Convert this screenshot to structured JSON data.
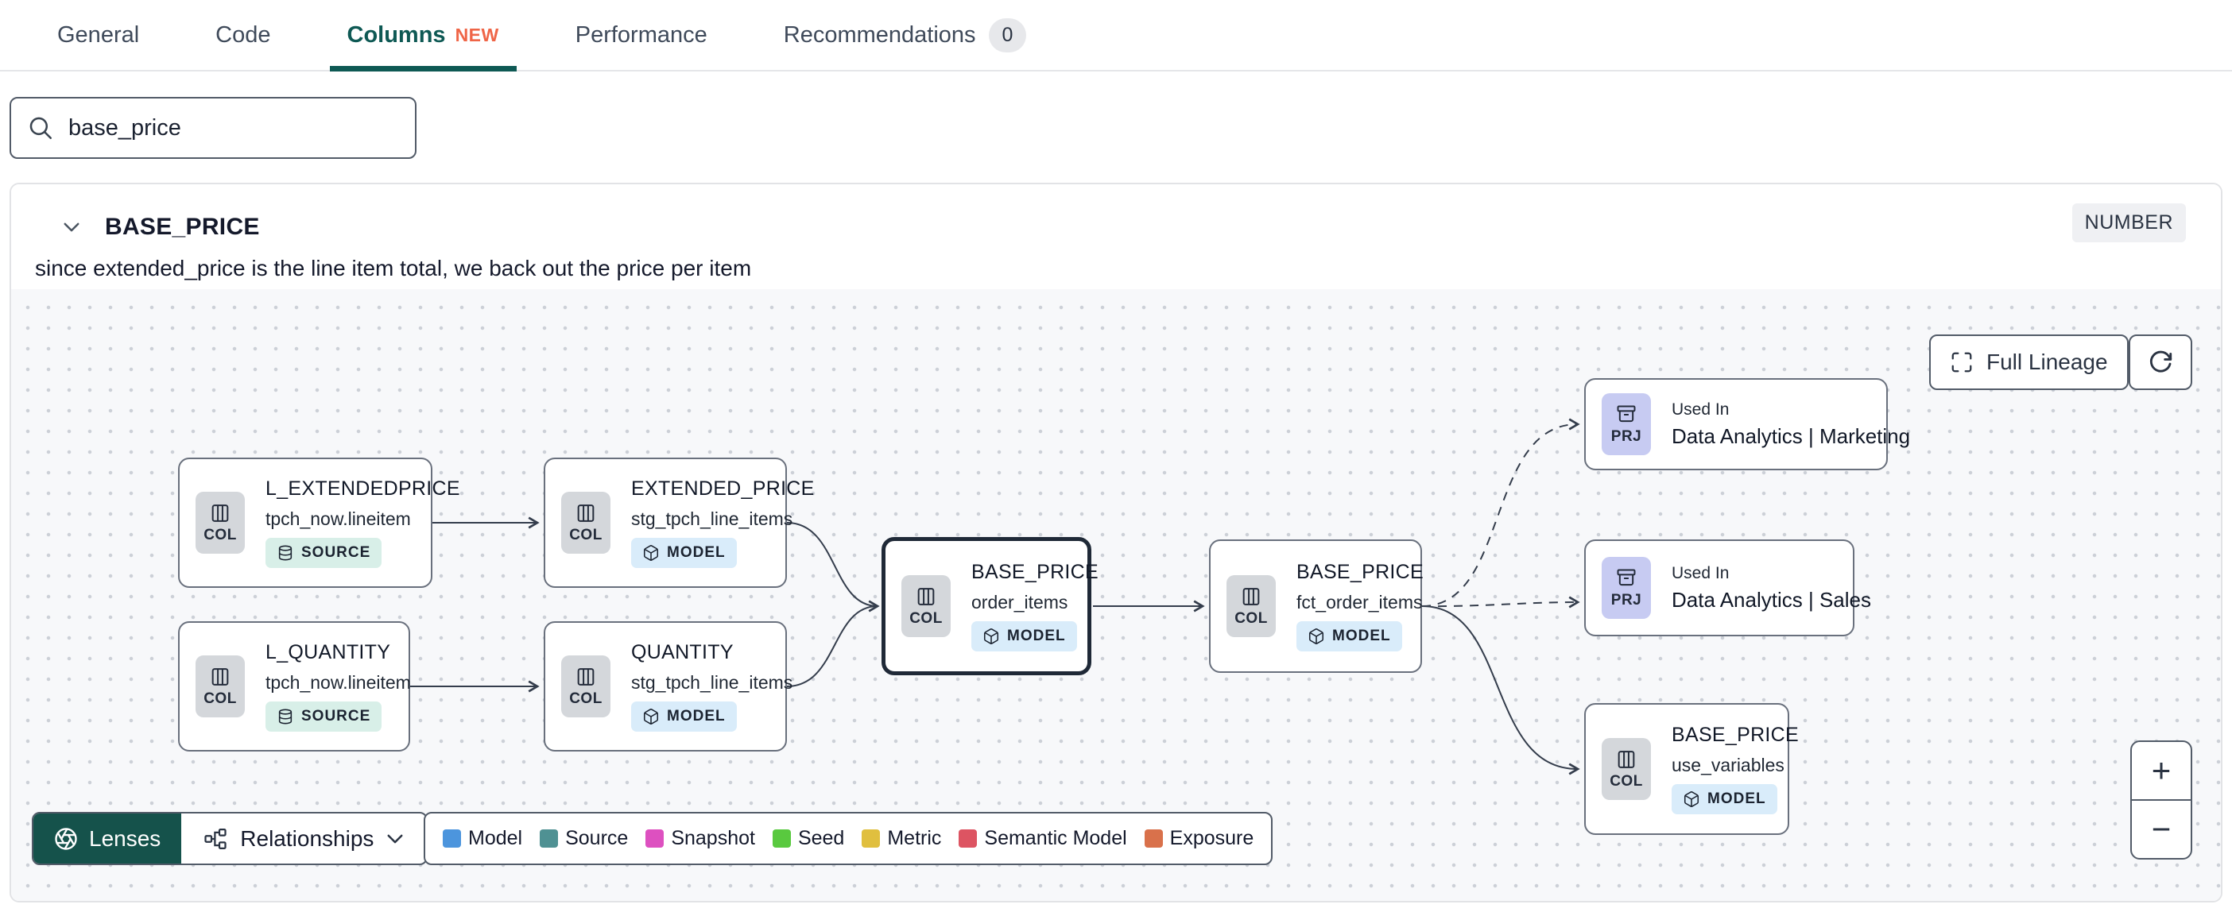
{
  "tabs": {
    "items": [
      {
        "label": "General",
        "active": false
      },
      {
        "label": "Code",
        "active": false
      },
      {
        "label": "Columns",
        "new_badge": "NEW",
        "active": true
      },
      {
        "label": "Performance",
        "active": false
      },
      {
        "label": "Recommendations",
        "count": "0",
        "active": false
      }
    ]
  },
  "search": {
    "value": "base_price"
  },
  "column_panel": {
    "name": "BASE_PRICE",
    "type_badge": "NUMBER",
    "description": "since extended_price is the line item total, we back out the price per item"
  },
  "lineage": {
    "toolbar": {
      "full_lineage_label": "Full Lineage",
      "lenses_label": "Lenses",
      "relationships_label": "Relationships",
      "zoom_in": "+",
      "zoom_out": "−"
    },
    "nodes": [
      {
        "icon_label": "COL",
        "title": "L_EXTENDEDPRICE",
        "subtitle": "tpch_now.lineitem",
        "badge": "SOURCE"
      },
      {
        "icon_label": "COL",
        "title": "EXTENDED_PRICE",
        "subtitle": "stg_tpch_line_items",
        "badge": "MODEL"
      },
      {
        "icon_label": "COL",
        "title": "L_QUANTITY",
        "subtitle": "tpch_now.lineitem",
        "badge": "SOURCE"
      },
      {
        "icon_label": "COL",
        "title": "QUANTITY",
        "subtitle": "stg_tpch_line_items",
        "badge": "MODEL"
      },
      {
        "icon_label": "COL",
        "title": "BASE_PRICE",
        "subtitle": "order_items",
        "badge": "MODEL",
        "selected": true
      },
      {
        "icon_label": "COL",
        "title": "BASE_PRICE",
        "subtitle": "fct_order_items",
        "badge": "MODEL"
      },
      {
        "icon_label": "PRJ",
        "eyebrow": "Used In",
        "title": "Data Analytics | Marketing"
      },
      {
        "icon_label": "PRJ",
        "eyebrow": "Used In",
        "title": "Data Analytics | Sales"
      },
      {
        "icon_label": "COL",
        "title": "BASE_PRICE",
        "subtitle": "use_variables",
        "badge": "MODEL"
      }
    ],
    "legend": {
      "items": [
        {
          "label": "Model",
          "color": "#4c95dd"
        },
        {
          "label": "Source",
          "color": "#4f9193"
        },
        {
          "label": "Snapshot",
          "color": "#dd50c0"
        },
        {
          "label": "Seed",
          "color": "#59c93f"
        },
        {
          "label": "Metric",
          "color": "#e0bf3f"
        },
        {
          "label": "Semantic Model",
          "color": "#dd5462"
        },
        {
          "label": "Exposure",
          "color": "#d9714b"
        }
      ]
    }
  },
  "colors": {
    "active_tab": "#0e5954",
    "new_badge": "#ef6547",
    "lenses_button": "#15524b"
  }
}
